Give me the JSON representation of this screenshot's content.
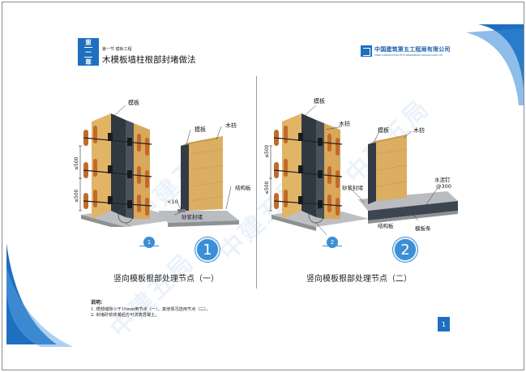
{
  "header": {
    "chapter_top": "第",
    "chapter_mid": "一",
    "chapter_bottom": "章",
    "section_label": "第一节  模板工程",
    "page_title": "木模板墙柱根部封堵做法",
    "company_cn": "中国建筑第五工程局有限公司",
    "company_en": "CHINA CONSTRUCTION FIFTH ENGINEERING DIVISION CORP., LTD"
  },
  "watermark_text": "中建五局",
  "figure1": {
    "labels": {
      "moban_top": "模板",
      "moban_side": "模板",
      "mufang": "木枋",
      "jiegouban": "结构板",
      "dim_10": "<10",
      "shajiang": "砂浆封堵",
      "dim_500_a": "≤500",
      "dim_500_b": "≤500"
    },
    "marker": "1",
    "big_number": "1",
    "caption": "竖向模板根部处理节点（一）"
  },
  "figure2": {
    "labels": {
      "moban_top": "模板",
      "mufang_top": "木枋",
      "moban_side": "模板",
      "mufang_side": "木枋",
      "shajiang": "砂浆封堵",
      "shuinidin": "水泥钉",
      "spacing": "@300",
      "jiegouban": "结构板",
      "mobantiao": "模板条",
      "dim_500_a": "≤500",
      "dim_500_b": "≤500"
    },
    "marker": "2",
    "big_number": "2",
    "caption": "竖向模板根部处理节点（二）"
  },
  "notes": {
    "title": "说明：",
    "lines": [
      "1.  根部缝隙小于10mm用节点（一），其他情况选用节点（二）。",
      "2.  封堵砂浆终凝后方可浇筑混凝土。"
    ]
  },
  "page_number": "1",
  "colors": {
    "accent": "#1e6fc0",
    "marker": "#3a8fd6",
    "wood": "#d9a85a",
    "steel_pipe": "#c26a2a",
    "panel": "#3d4650",
    "slab": "#b9bcc0"
  }
}
